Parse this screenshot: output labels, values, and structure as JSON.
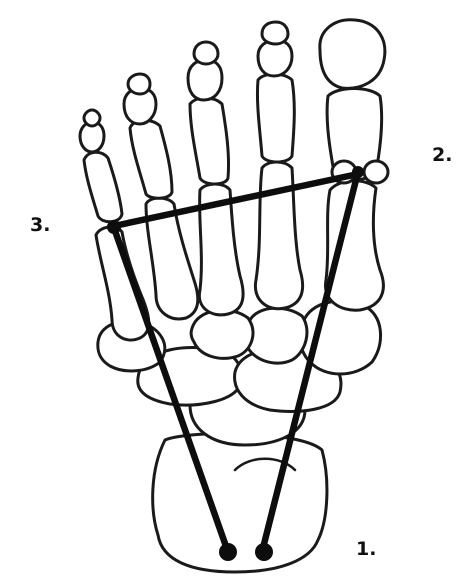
{
  "figure": {
    "labels": [
      {
        "id": "1",
        "text": "1."
      },
      {
        "id": "2",
        "text": "2."
      },
      {
        "id": "3",
        "text": "3."
      }
    ],
    "lines": [
      {
        "from": "1",
        "to": "2"
      },
      {
        "from": "1",
        "to": "3"
      },
      {
        "from": "2",
        "to": "3"
      }
    ]
  }
}
